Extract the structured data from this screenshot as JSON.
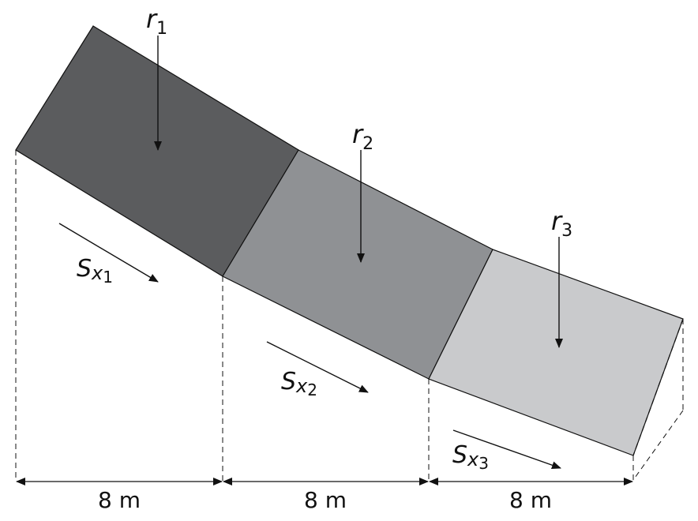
{
  "colors": {
    "segment_1": "#5b5c5e",
    "segment_2": "#8f9194",
    "segment_3": "#c9cacc",
    "stroke": "#111111",
    "background": "#ffffff"
  },
  "rainfall_labels": [
    {
      "base": "r",
      "sub": "1"
    },
    {
      "base": "r",
      "sub": "2"
    },
    {
      "base": "r",
      "sub": "3"
    }
  ],
  "slope_labels": [
    {
      "base": "S",
      "mid": "x",
      "sub": "1"
    },
    {
      "base": "S",
      "mid": "x",
      "sub": "2"
    },
    {
      "base": "S",
      "mid": "x",
      "sub": "3"
    }
  ],
  "dimensions": [
    "8 m",
    "8 m",
    "8 m"
  ]
}
